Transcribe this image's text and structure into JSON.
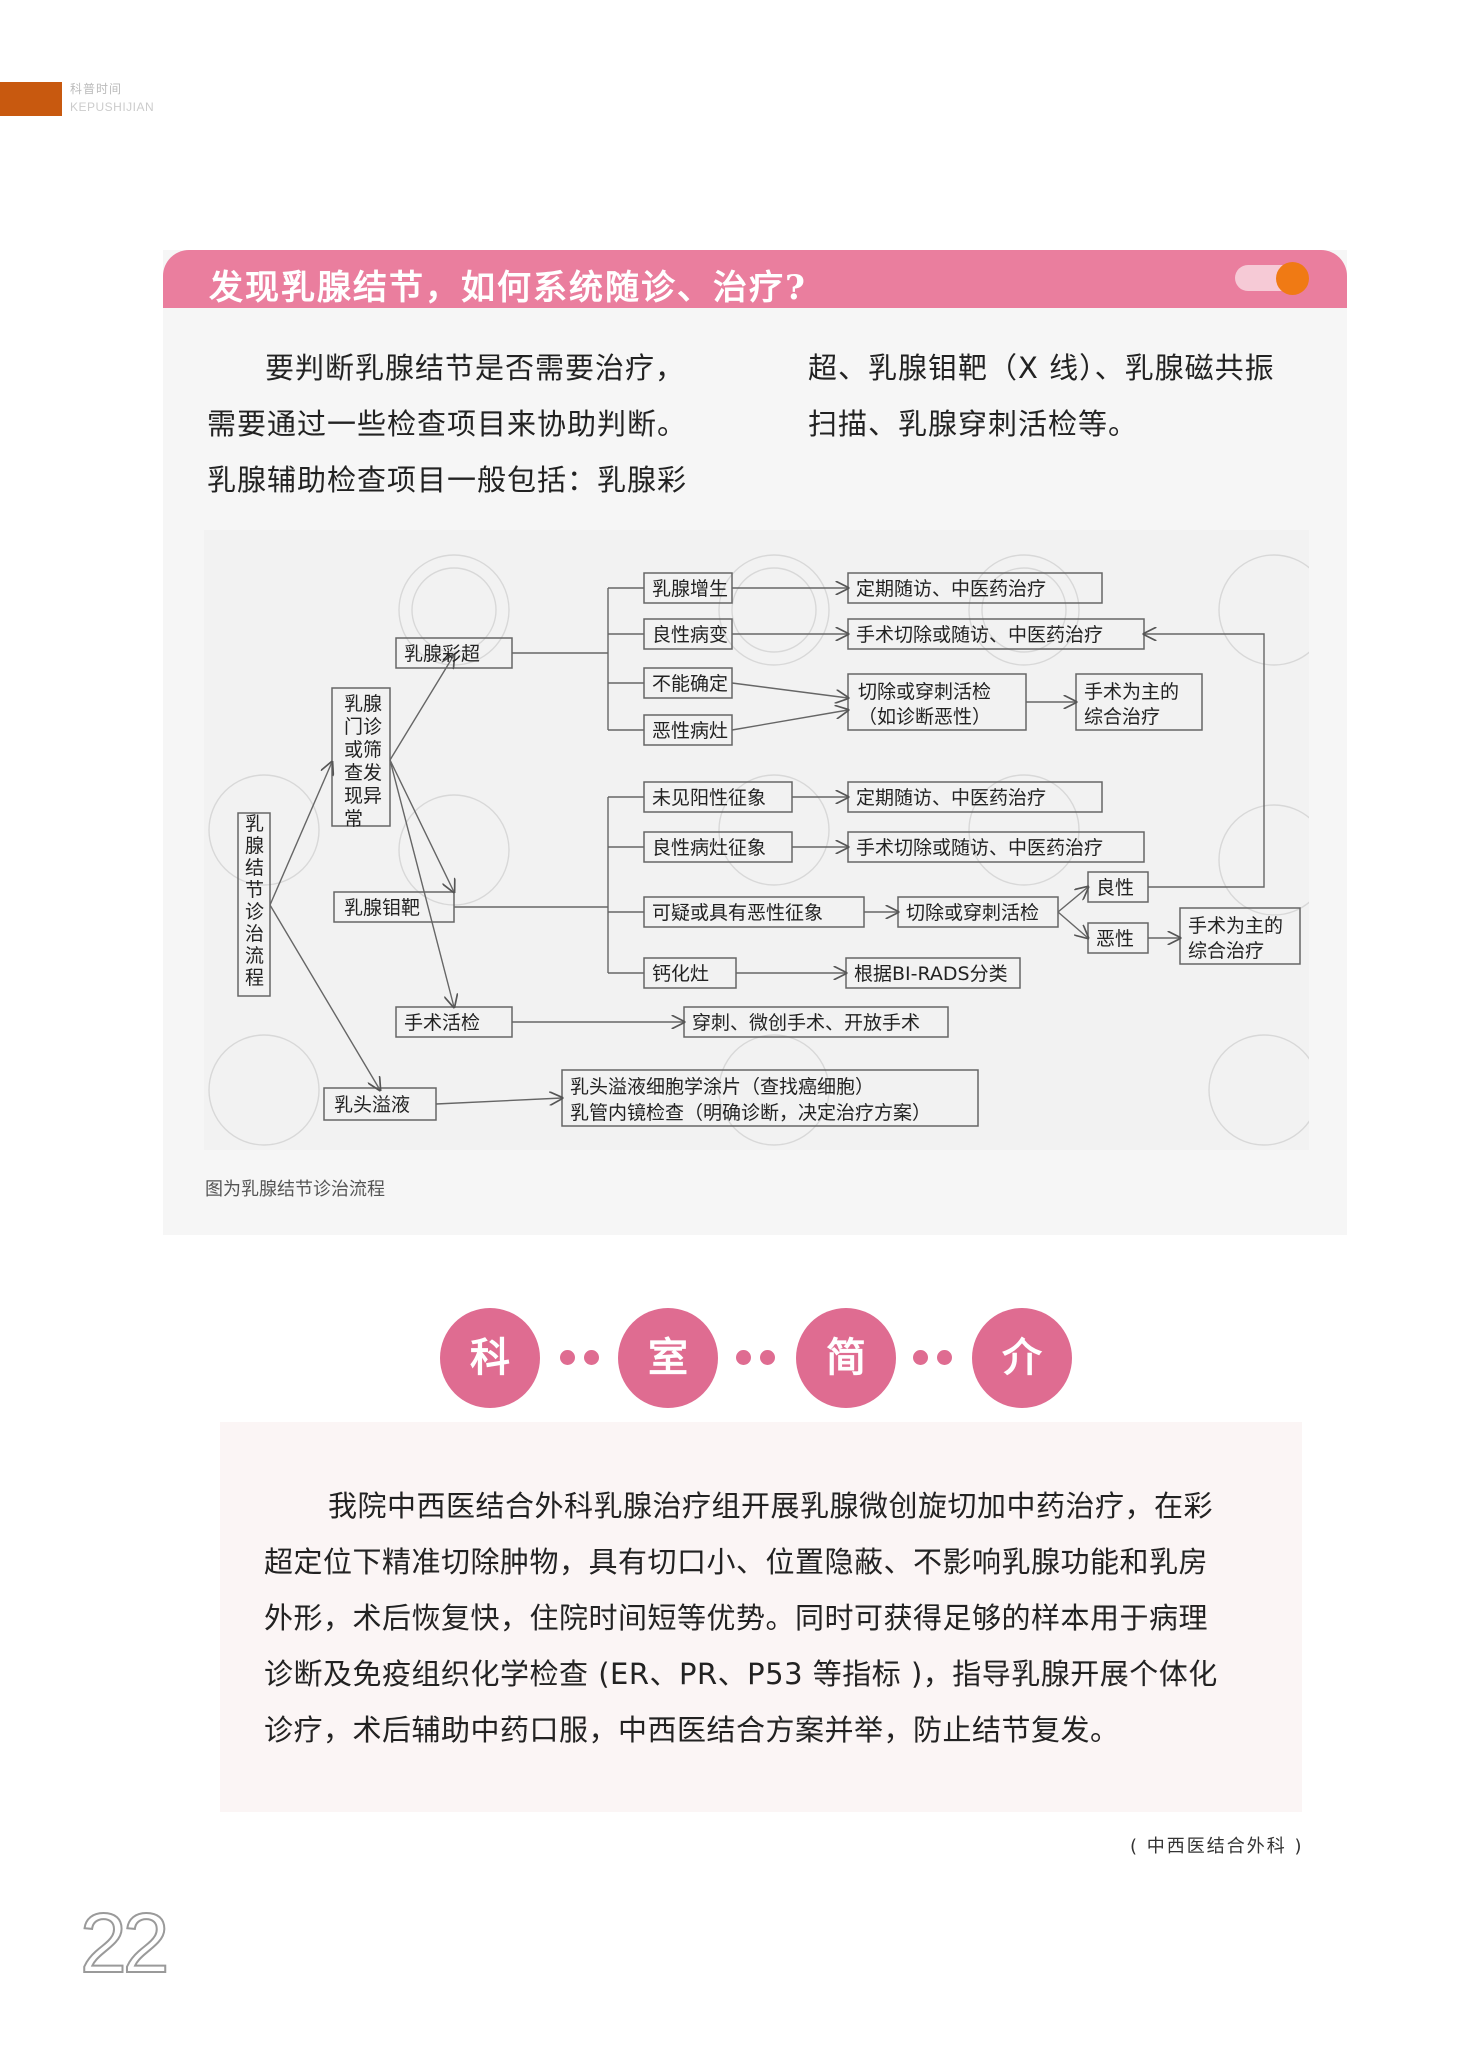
{
  "header": {
    "section_cn": "科普时间",
    "section_en": "KEPUSHIJIAN"
  },
  "article": {
    "title": "发现乳腺结节，如何系统随诊、治疗?",
    "intro_left": [
      "要判断乳腺结节是否需要治疗，",
      "需要通过一些检查项目来协助判断。",
      "乳腺辅助检查项目一般包括：乳腺彩"
    ],
    "intro_right": [
      "超、乳腺钼靶（X 线）、乳腺磁共振",
      "扫描、乳腺穿刺活检等。"
    ],
    "caption": "图为乳腺结节诊治流程"
  },
  "flowchart": {
    "root": "乳腺结节诊治流程",
    "screen": "乳腺门诊或筛查发现异常",
    "ultrasound": "乳腺彩超",
    "mammo": "乳腺钼靶",
    "surgery_biopsy": "手术活检",
    "nipple": "乳头溢液",
    "us_hyperplasia": "乳腺增生",
    "us_benign": "良性病变",
    "us_uncertain": "不能确定",
    "us_malignant": "恶性病灶",
    "follow_tcm": "定期随访、中医药治疗",
    "excise_follow_tcm": "手术切除或随访、中医药治疗",
    "excise_biopsy_diag": [
      "切除或穿刺活检",
      "（如诊断恶性）"
    ],
    "surgery_main": [
      "手术为主的",
      "综合治疗"
    ],
    "m_no_positive": "未见阳性征象",
    "m_benign_sign": "良性病灶征象",
    "m_suspicious": "可疑或具有恶性征象",
    "m_calc": "钙化灶",
    "m_follow_tcm": "定期随访、中医药治疗",
    "m_excise_follow_tcm": "手术切除或随访、中医药治疗",
    "m_excise_biopsy": "切除或穿刺活检",
    "m_benign": "良性",
    "m_malignant": "恶性",
    "m_surgery_main": [
      "手术为主的",
      "综合治疗"
    ],
    "birads": "根据BI-RADS分类",
    "surgery_types": "穿刺、微创手术、开放手术",
    "nipple_tests": [
      "乳头溢液细胞学涂片（查找癌细胞）",
      "乳管内镜检查（明确诊断，决定治疗方案）"
    ]
  },
  "dept": {
    "circles": [
      "科",
      "室",
      "简",
      "介"
    ],
    "lines": [
      "我院中西医结合外科乳腺治疗组开展乳腺微创旋切加中药治疗，在彩",
      "超定位下精准切除肿物，具有切口小、位置隐蔽、不影响乳腺功能和乳房",
      "外形，术后恢复快，住院时间短等优势。同时可获得足够的样本用于病理",
      "诊断及免疫组织化学检查 (ER、PR、P53 等指标 )，指导乳腺开展个体化",
      "诊疗，术后辅助中药口服，中西医结合方案并举，防止结节复发。"
    ],
    "signature": "( 中西医结合外科 )"
  },
  "page_number": "22",
  "colors": {
    "accent_pink": "#ea7e9e",
    "circle_pink": "#df6c91",
    "orange": "#f07a14",
    "header_orange": "#c8590f"
  }
}
